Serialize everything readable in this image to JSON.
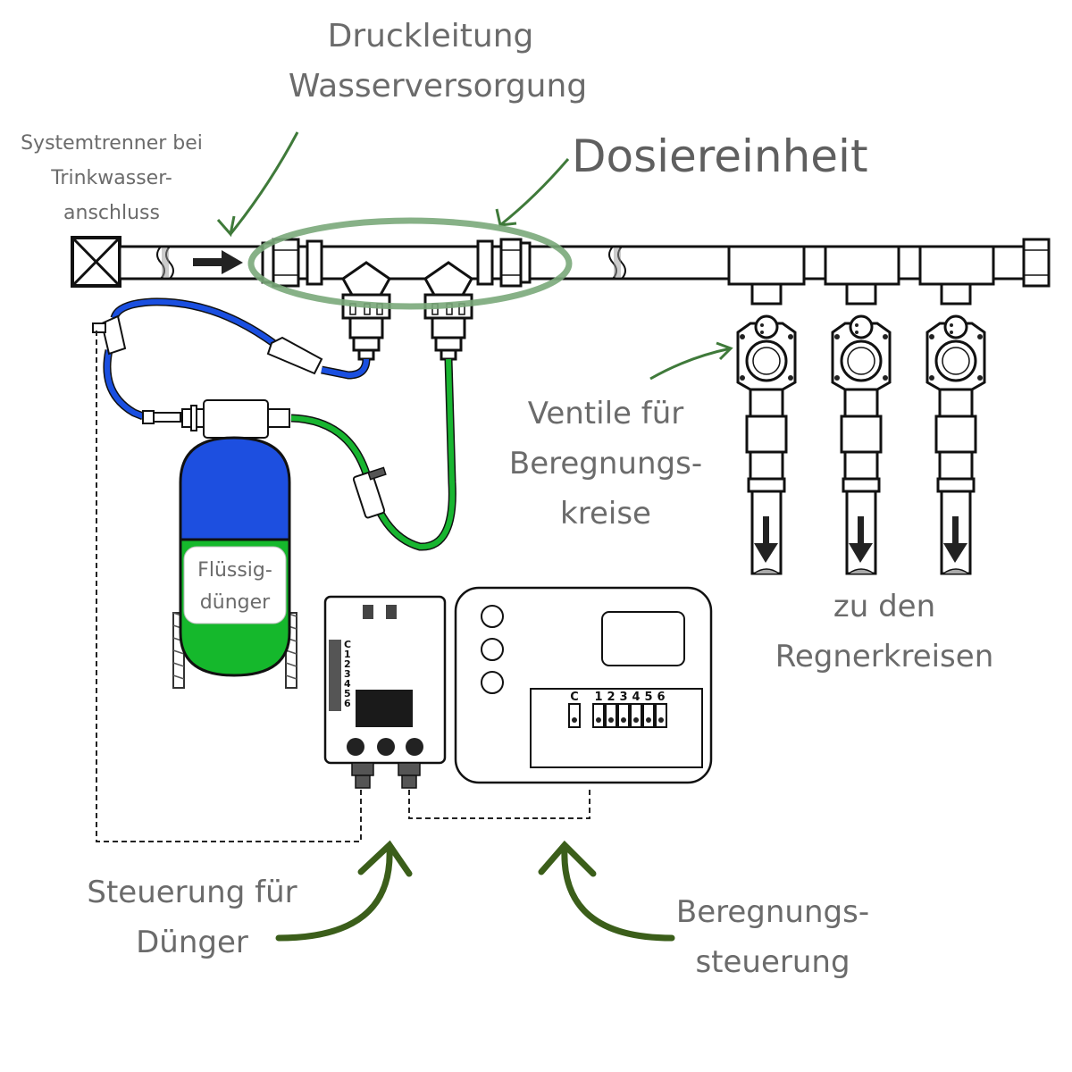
{
  "labels": {
    "pressure_line_1": "Druckleitung",
    "pressure_line_2": "Wasserversorgung",
    "dosing_unit": "Dosiereinheit",
    "separator_1": "Systemtrenner bei",
    "separator_2": "Trinkwasser-",
    "separator_3": "anschluss",
    "valves_1": "Ventile für",
    "valves_2": "Beregnungs-",
    "valves_3": "kreise",
    "circuits_1": "zu den",
    "circuits_2": "Regnerkreisen",
    "fertilizer_1": "Flüssig-",
    "fertilizer_2": "dünger",
    "fert_control_1": "Steuerung für",
    "fert_control_2": "Dünger",
    "irrig_control_1": "Beregnungs-",
    "irrig_control_2": "steuerung"
  },
  "dosing_controller_terminals": [
    "C",
    "1",
    "2",
    "3",
    "4",
    "5",
    "6"
  ],
  "irrigation_controller_terminals": [
    "C",
    "1",
    "2",
    "3",
    "4",
    "5",
    "6"
  ],
  "colors": {
    "blue_hose": "#1a4fe0",
    "green_hose": "#18b530",
    "tank_blue": "#1d4fe0",
    "tank_green": "#15b82c",
    "ellipse": "#7aa97a",
    "arrow_green": "#3f7a3a",
    "arrow_dark_green": "#3b5e1a",
    "label_gray": "#6b6b6b"
  },
  "icons": {
    "separator": "system-separator-icon",
    "flow": "flow-direction-arrow-icon",
    "down": "arrow-down-icon"
  }
}
